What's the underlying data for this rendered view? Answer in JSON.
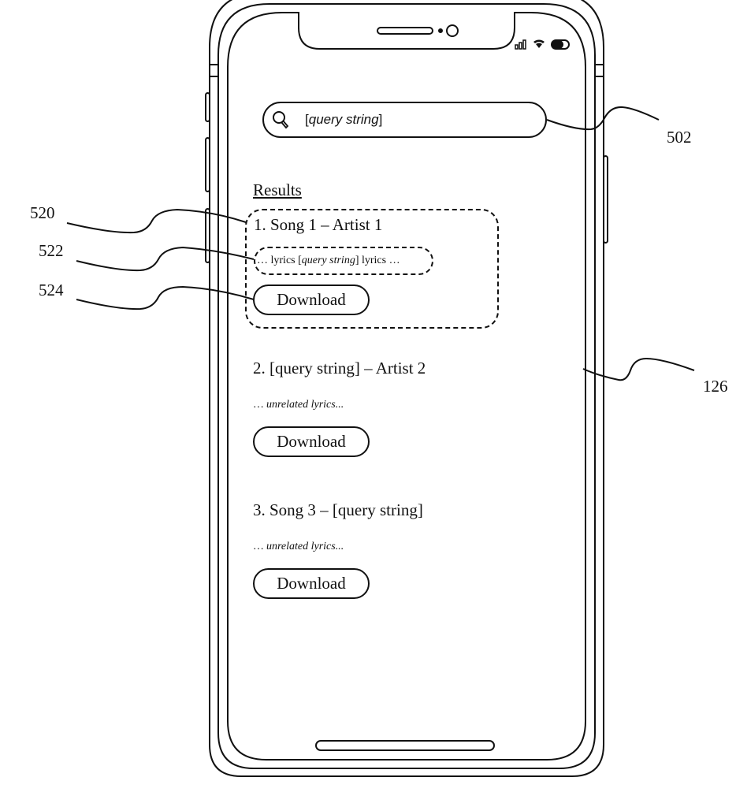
{
  "search": {
    "query_open": "[",
    "query_italic": "query string",
    "query_close": "]",
    "icon": "search-icon"
  },
  "status_bar": {
    "icons": [
      "signal-icon",
      "wifi-icon",
      "battery-icon"
    ]
  },
  "results": {
    "title": "Results",
    "items": [
      {
        "title": "1. Song 1 – Artist 1",
        "snippet_prefix": "… lyrics [",
        "snippet_match": "query string",
        "snippet_suffix": "] lyrics …",
        "download_label": "Download"
      },
      {
        "title": "2. [query string] – Artist 2",
        "snippet": "… unrelated lyrics...",
        "download_label": "Download"
      },
      {
        "title": "3. Song 3 – [query string]",
        "snippet": "… unrelated lyrics...",
        "download_label": "Download"
      }
    ]
  },
  "reference_numerals": {
    "search_bar": "502",
    "device": "126",
    "result_item": "520",
    "lyrics_snippet": "522",
    "download_button": "524"
  }
}
